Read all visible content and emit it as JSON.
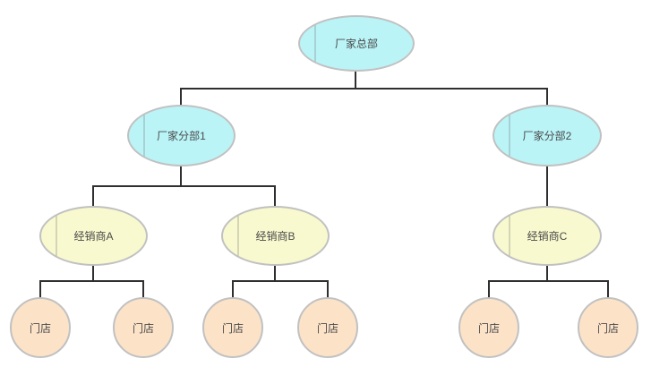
{
  "diagram": {
    "type": "org-tree",
    "nodes": [
      {
        "id": "hq",
        "label": "厂家总部",
        "level": 1,
        "shape": "ellipse",
        "fill": "#baf4f7"
      },
      {
        "id": "branch1",
        "label": "厂家分部1",
        "level": 2,
        "shape": "ellipse",
        "fill": "#baf4f7"
      },
      {
        "id": "branch2",
        "label": "厂家分部2",
        "level": 2,
        "shape": "ellipse",
        "fill": "#baf4f7"
      },
      {
        "id": "dealerA",
        "label": "经销商A",
        "level": 3,
        "shape": "ellipse",
        "fill": "#f9f9cf"
      },
      {
        "id": "dealerB",
        "label": "经销商B",
        "level": 3,
        "shape": "ellipse",
        "fill": "#f9f9cf"
      },
      {
        "id": "dealerC",
        "label": "经销商C",
        "level": 3,
        "shape": "ellipse",
        "fill": "#f9f9cf"
      },
      {
        "id": "store1",
        "label": "门店",
        "level": 4,
        "shape": "circle",
        "fill": "#fce3c8"
      },
      {
        "id": "store2",
        "label": "门店",
        "level": 4,
        "shape": "circle",
        "fill": "#fce3c8"
      },
      {
        "id": "store3",
        "label": "门店",
        "level": 4,
        "shape": "circle",
        "fill": "#fce3c8"
      },
      {
        "id": "store4",
        "label": "门店",
        "level": 4,
        "shape": "circle",
        "fill": "#fce3c8"
      },
      {
        "id": "store5",
        "label": "门店",
        "level": 4,
        "shape": "circle",
        "fill": "#fce3c8"
      },
      {
        "id": "store6",
        "label": "门店",
        "level": 4,
        "shape": "circle",
        "fill": "#fce3c8"
      }
    ],
    "edges": [
      [
        "hq",
        "branch1"
      ],
      [
        "hq",
        "branch2"
      ],
      [
        "branch1",
        "dealerA"
      ],
      [
        "branch1",
        "dealerB"
      ],
      [
        "branch2",
        "dealerC"
      ],
      [
        "dealerA",
        "store1"
      ],
      [
        "dealerA",
        "store2"
      ],
      [
        "dealerB",
        "store3"
      ],
      [
        "dealerB",
        "store4"
      ],
      [
        "dealerC",
        "store5"
      ],
      [
        "dealerC",
        "store6"
      ]
    ]
  },
  "colors": {
    "node_cyan": "#baf4f7",
    "node_yellow": "#f9f9cf",
    "node_peach": "#fce3c8",
    "node_border": "#c1c1c1",
    "connector": "#2f2f2f",
    "text": "#4a4a4a",
    "background": "#ffffff"
  }
}
